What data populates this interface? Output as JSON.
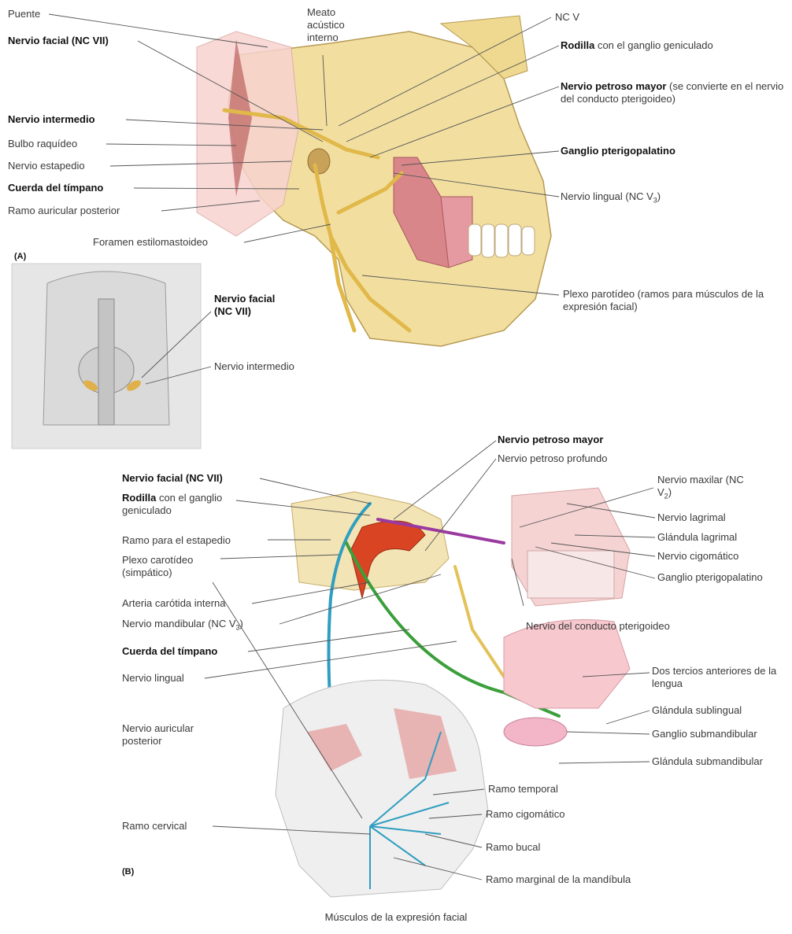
{
  "panel_a": {
    "tag": "(A)",
    "labels": {
      "puente": "Puente",
      "nervio_facial": "Nervio facial (NC VII)",
      "nervio_intermedio": "Nervio intermedio",
      "bulbo": "Bulbo raquídeo",
      "estapedio": "Nervio estapedio",
      "cuerda": "Cuerda del tímpano",
      "ramo_aur": "Ramo auricular posterior",
      "foramen": "Foramen estilomastoideo",
      "meato": "Meato acústico interno",
      "nc_v": "NC V",
      "rodilla_b": "Rodilla",
      "rodilla_rest": " con el ganglio geniculado",
      "petroso_b": "Nervio petroso mayor",
      "petroso_rest": " (se convierte en el nervio del conducto pterigoideo)",
      "ganglio_ptp": "Ganglio pterigopalatino",
      "lingual_pre": "Nervio lingual (NC V",
      "lingual_sub": "3",
      "lingual_post": ")",
      "plexo_parot": "Plexo parotídeo (ramos para músculos de la expresión facial)"
    }
  },
  "inset": {
    "nervio_facial": "Nervio facial (NC VII)",
    "nervio_intermedio": "Nervio intermedio"
  },
  "panel_b": {
    "tag": "(B)",
    "labels": {
      "petroso_mayor": "Nervio petroso mayor",
      "petroso_prof": "Nervio petroso profundo",
      "facial": "Nervio facial (NC VII)",
      "rodilla_b": "Rodilla",
      "rodilla_rest": " con el ganglio geniculado",
      "ramo_estap": "Ramo para el estapedio",
      "plexo_car": "Plexo carotídeo (simpático)",
      "arteria": "Arteria carótida interna",
      "mand_pre": "Nervio mandibular (NC V",
      "mand_sub": "3",
      "mand_post": ")",
      "cuerda": "Cuerda del tímpano",
      "lingual": "Nervio lingual",
      "maxilar_pre": "Nervio maxilar (NC V",
      "maxilar_sub": "2",
      "maxilar_post": ")",
      "lagrimal_n": "Nervio lagrimal",
      "lagrimal_g": "Glándula lagrimal",
      "cigomatico_n": "Nervio cigomático",
      "ganglio_ptp": "Ganglio pterigopalatino",
      "conducto_pt": "Nervio del conducto pterigoideo",
      "dos_tercios": "Dos tercios anteriores de la lengua",
      "sublingual": "Glándula sublingual",
      "ganglio_sub": "Ganglio submandibular",
      "gland_sub": "Glándula submandibular",
      "aur_post": "Nervio auricular posterior",
      "cervical": "Ramo cervical",
      "temporal": "Ramo temporal",
      "cigomatico_r": "Ramo cigomático",
      "bucal": "Ramo bucal",
      "marginal": "Ramo marginal de la mandíbula"
    }
  },
  "caption": "Músculos de la expresión facial"
}
